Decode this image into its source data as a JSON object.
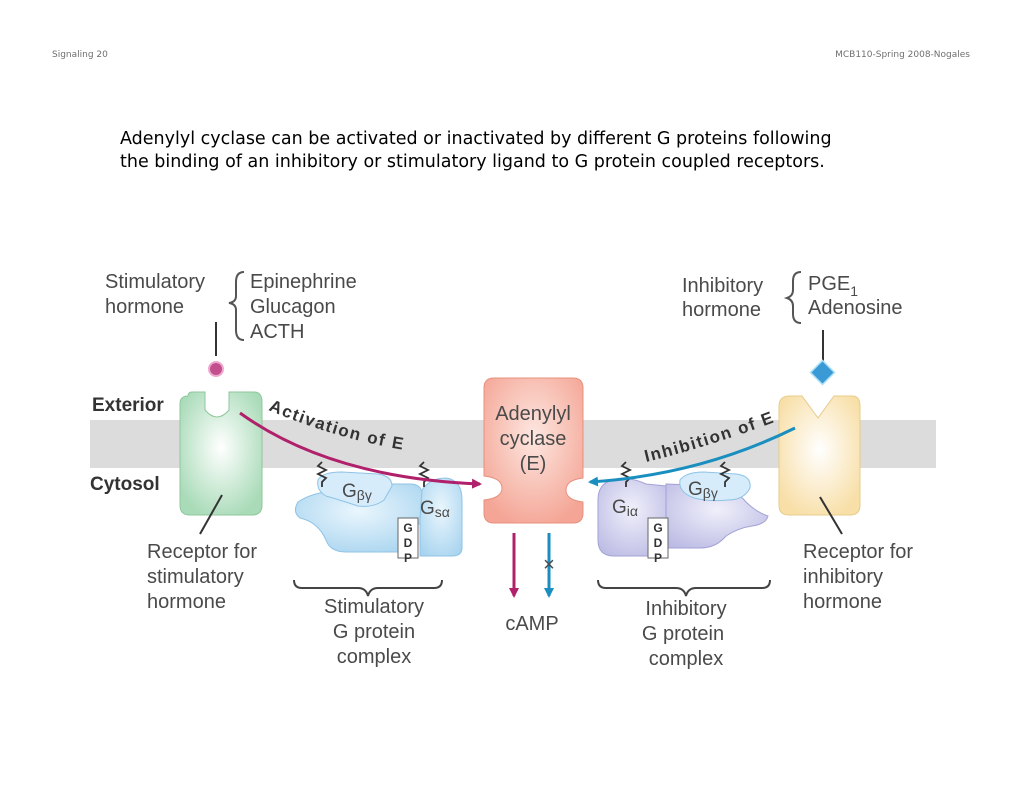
{
  "header": {
    "left": "Signaling 20",
    "right": "MCB110-Spring 2008-Nogales"
  },
  "caption": {
    "line1": "Adenylyl cyclase can be activated or inactivated by different G proteins following",
    "line2": "the binding of an inhibitory or stimulatory ligand to G protein coupled receptors."
  },
  "diagram": {
    "stimulatory": {
      "title_line1": "Stimulatory",
      "title_line2": "hormone",
      "ligands": [
        "Epinephrine",
        "Glucagon",
        "ACTH"
      ]
    },
    "inhibitory": {
      "title_line1": "Inhibitory",
      "title_line2": "hormone",
      "ligand1_main": "PGE",
      "ligand1_sub": "1",
      "ligand2": "Adenosine"
    },
    "exterior": "Exterior",
    "cytosol": "Cytosol",
    "activation": "Activation of E",
    "inhibition": "Inhibition of E",
    "enzyme": {
      "line1": "Adenylyl",
      "line2": "cyclase",
      "line3": "(E)"
    },
    "gs": {
      "beta_gamma_main": "G",
      "beta_gamma_sub": "βγ",
      "alpha_main": "G",
      "alpha_sub": "sα"
    },
    "gi": {
      "beta_gamma_main": "G",
      "beta_gamma_sub": "βγ",
      "alpha_main": "G",
      "alpha_sub": "iα"
    },
    "gdp": [
      "G",
      "D",
      "P"
    ],
    "inhibit_mark": "×",
    "camp": "cAMP",
    "stim_receptor": [
      "Receptor for",
      "stimulatory",
      "hormone"
    ],
    "inhib_receptor": [
      "Receptor for",
      "inhibitory",
      "hormone"
    ],
    "stim_complex": [
      "Stimulatory",
      "G protein",
      "complex"
    ],
    "inhib_complex": [
      "Inhibitory",
      "G protein",
      "complex"
    ]
  },
  "colors": {
    "activation": "#b0206b",
    "inhibition": "#1a8fbf",
    "membrane": "#dcdcdc",
    "stim_receptor": "#bfe6c8",
    "inhib_receptor": "#fbe6b8",
    "enzyme": "#f7b5a8",
    "gs": "#b9def3",
    "gi": "#c9c8ea"
  }
}
